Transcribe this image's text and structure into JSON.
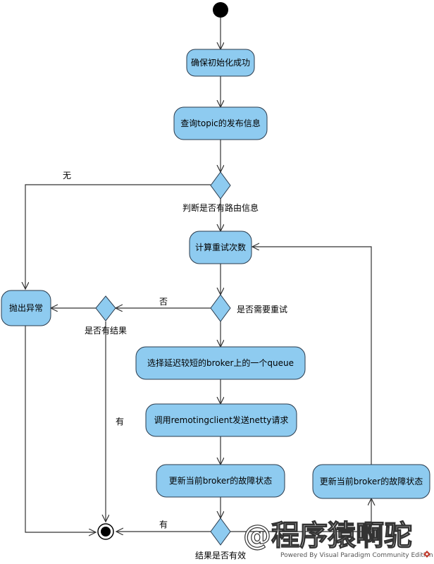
{
  "nodes": {
    "init": "确保初始化成功",
    "query": "查询topic的发布信息",
    "retry_count": "计算重试次数",
    "throw": "抛出异常",
    "select_queue": "选择延迟较短的broker上的一个queue",
    "send": "调用remotingclient发送netty请求",
    "update_left": "更新当前broker的故障状态",
    "update_right": "更新当前broker的故障状态"
  },
  "decisions": {
    "route_info": "判断是否有路由信息",
    "need_retry": "是否需要重试",
    "has_result": "是否有结果",
    "result_valid": "结果是否有效"
  },
  "edge_labels": {
    "none": "无",
    "no": "否",
    "has_left": "有",
    "has_bottom": "有"
  },
  "watermark": "@程序猿啊驼",
  "footer": "Powered By Visual Paradigm Community Edition",
  "colors": {
    "node_fill": "#8ecbf0",
    "node_stroke": "#2a3b4d",
    "line": "#333333"
  }
}
